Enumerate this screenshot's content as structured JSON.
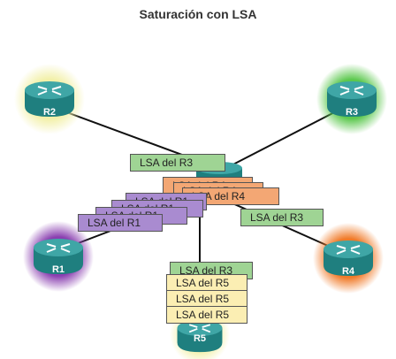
{
  "title": "Saturación con LSA",
  "colors": {
    "router_body": "#1f7f7f",
    "router_top": "#3fa6a6",
    "halo_r1": "#8a3fb0",
    "halo_r2": "#f2f0a8",
    "halo_r3": "#5cc84e",
    "halo_r4": "#f07a28",
    "lsa_r1": "#a98bd0",
    "lsa_r3": "#9fd494",
    "lsa_r4": "#f3a774",
    "lsa_r5": "#fbeeb3"
  },
  "routers": {
    "r1": {
      "label": "R1",
      "icon": "router-icon"
    },
    "r2": {
      "label": "R2",
      "icon": "router-icon"
    },
    "r3": {
      "label": "R3",
      "icon": "router-icon"
    },
    "r4": {
      "label": "R4",
      "icon": "router-icon"
    },
    "r5": {
      "label": "R5",
      "icon": "router-icon"
    }
  },
  "lsas": {
    "r3_top": "LSA del R3",
    "r4_back2": "LSA del R4",
    "r4_back1": "LSA del R4",
    "r4_front": "LSA del R4",
    "r1_back3": "LSA del R1",
    "r1_back2": "LSA del R1",
    "r1_back1": "LSA del R1",
    "r1_front": "LSA del R1",
    "r3_right": "LSA del R3",
    "r3_bottom": "LSA del R3",
    "r5_1": "LSA del R5",
    "r5_2": "LSA del R5",
    "r5_3": "LSA del R5"
  }
}
